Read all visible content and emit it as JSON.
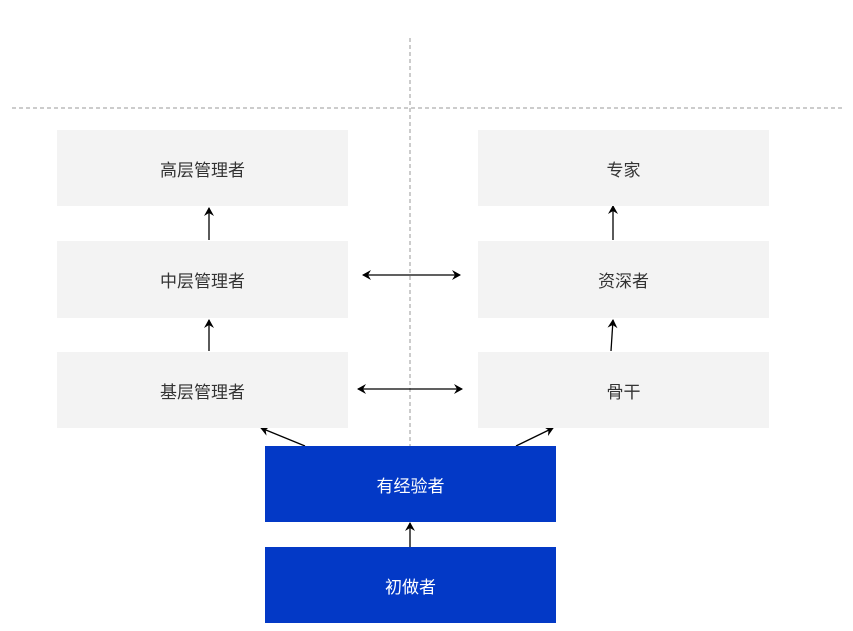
{
  "colors": {
    "box_gray": "#f3f3f3",
    "box_blue": "#0339c6",
    "text_dark": "#333333",
    "text_light": "#ffffff",
    "divider": "#999999",
    "arrow": "#000000"
  },
  "nodes": {
    "senior_manager": "高层管理者",
    "middle_manager": "中层管理者",
    "junior_manager": "基层管理者",
    "expert": "专家",
    "senior_staff": "资深者",
    "backbone": "骨干",
    "experienced": "有经验者",
    "beginner": "初做者"
  }
}
